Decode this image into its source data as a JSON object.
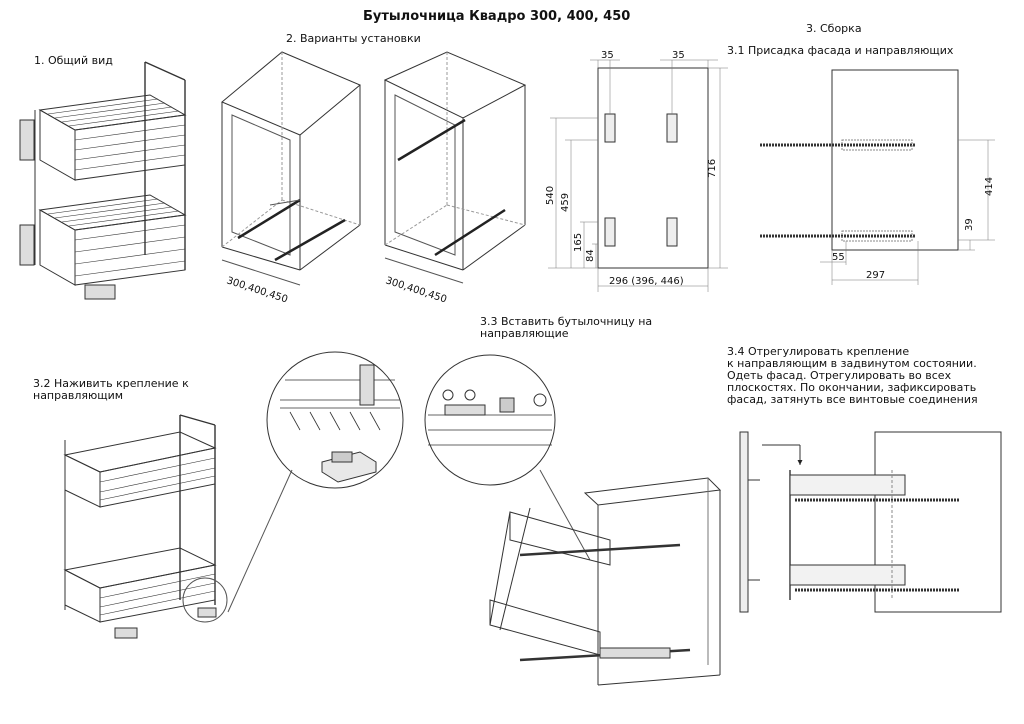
{
  "title": "Бутылочница Квадро 300, 400, 450",
  "sections": {
    "general_view": "1. Общий вид",
    "install_variants": "2. Варианты установки",
    "assembly": "3. Сборка",
    "step_3_1": "3.1 Присадка фасада и направляющих",
    "step_3_2": "3.2 Наживить крепление к\nнаправляющим",
    "step_3_3": "3.3 Вставить бутылочницу на\nнаправляющие",
    "step_3_4": "3.4 Отрегулировать крепление\nк направляющим в задвинутом состоянии.\nОдеть фасад. Отрегулировать во всех\nплоскостях. По окончании, зафиксировать\nфасад, затянуть все винтовые соединения"
  },
  "dimensions": {
    "cabinet_width_a": "300,400,450",
    "cabinet_width_b": "300,400,450",
    "front_offset_left": "35",
    "front_offset_right": "35",
    "front_height": "716",
    "upper_mount_540": "540",
    "upper_mount_459": "459",
    "lower_mount_165": "165",
    "lower_mount_84": "84",
    "front_width": "296 (396, 446)",
    "rail_spacing": "414",
    "rail_bottom": "39",
    "rail_setback": "55",
    "rail_length": "297"
  },
  "icons": {
    "general_basket": "two-tier-basket-icon",
    "cabinet_a": "cabinet-with-rails-icon",
    "cabinet_b": "cabinet-with-rails-icon",
    "front_drilling": "front-panel-drilling-icon",
    "side_rails": "side-rail-drilling-icon",
    "mounting_clip": "mounting-clip-icon",
    "insert_basket": "insert-basket-icon",
    "adjust_front": "adjust-front-icon"
  },
  "colors": {
    "line": "#222222",
    "light_line": "#8a8a8a",
    "fill": "#e8e8e8"
  }
}
